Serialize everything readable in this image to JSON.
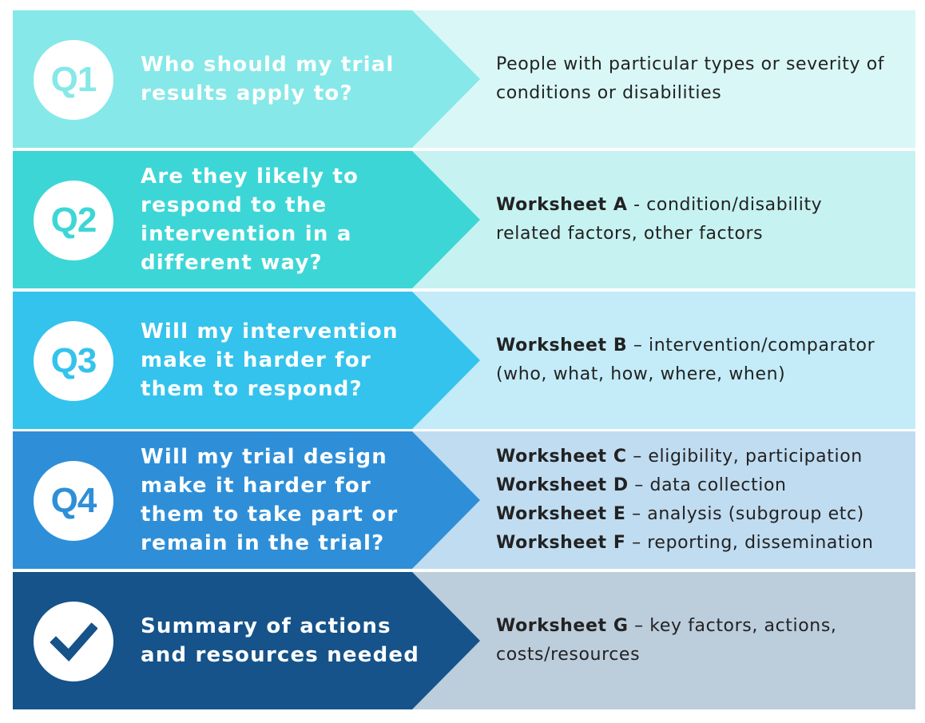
{
  "rows": [
    {
      "badge": "Q1",
      "question_lines": [
        "Who should my trial",
        "results apply to?"
      ],
      "answer_lines": [
        {
          "bold": "",
          "text": "People with particular types or severity of"
        },
        {
          "bold": "",
          "text": "conditions or disabilities"
        }
      ],
      "colors": {
        "left": "#86e8e8",
        "right": "#d9f7f7",
        "badge_text": "#86e8e8"
      }
    },
    {
      "badge": "Q2",
      "question_lines": [
        "Are they likely to",
        "respond to the",
        "intervention in a",
        "different way?"
      ],
      "answer_lines": [
        {
          "bold": "Worksheet A",
          "text": " - condition/disability"
        },
        {
          "bold": "",
          "text": "related factors, other factors"
        }
      ],
      "colors": {
        "left": "#3dd6d6",
        "right": "#c6f2f1",
        "badge_text": "#3dd6d6"
      }
    },
    {
      "badge": "Q3",
      "question_lines": [
        "Will my intervention",
        "make it harder for",
        "them to respond?"
      ],
      "answer_lines": [
        {
          "bold": "Worksheet B",
          "text": " – intervention/comparator"
        },
        {
          "bold": "",
          "text": "(who, what, how, where, when)"
        }
      ],
      "colors": {
        "left": "#34c3ec",
        "right": "#c3ebf8",
        "badge_text": "#34c3ec"
      }
    },
    {
      "badge": "Q4",
      "question_lines": [
        "Will my trial design",
        "make it harder for",
        "them to take part or",
        "remain in the trial?"
      ],
      "answer_lines": [
        {
          "bold": "Worksheet C",
          "text": " – eligibility, participation"
        },
        {
          "bold": "Worksheet D",
          "text": " – data collection"
        },
        {
          "bold": "Worksheet E",
          "text": " – analysis (subgroup etc)"
        },
        {
          "bold": "Worksheet F",
          "text": " – reporting, dissemination"
        }
      ],
      "colors": {
        "left": "#2e8fd8",
        "right": "#c0dcf1",
        "badge_text": "#2e8fd8"
      }
    },
    {
      "badge": "",
      "badge_icon": "checkmark-icon",
      "question_lines": [
        "Summary of actions",
        "and resources needed"
      ],
      "answer_lines": [
        {
          "bold": "Worksheet G",
          "text": " – key factors, actions,"
        },
        {
          "bold": "",
          "text": "costs/resources"
        }
      ],
      "colors": {
        "left": "#15538a",
        "right": "#bccddc",
        "badge_text": "#15538a"
      }
    }
  ]
}
